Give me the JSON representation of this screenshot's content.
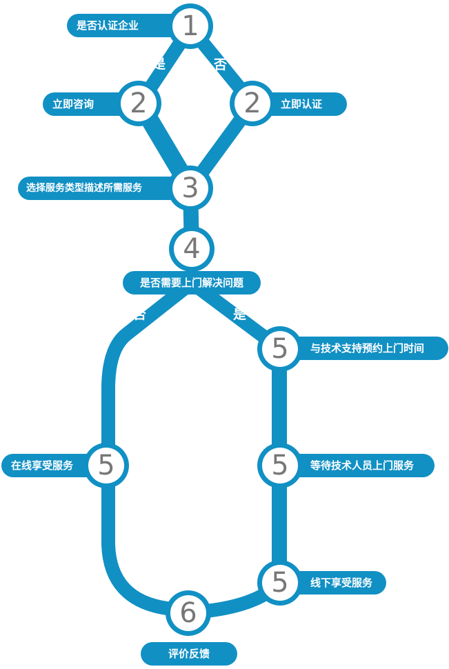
{
  "steps": {
    "s1": {
      "num": "1",
      "label": "是否认证企业"
    },
    "s2a": {
      "num": "2",
      "label": "立即咨询"
    },
    "s2b": {
      "num": "2",
      "label": "立即认证"
    },
    "s3": {
      "num": "3",
      "label": "选择服务类型描述所需服务"
    },
    "s4": {
      "num": "4",
      "label": "是否需要上门解决问题"
    },
    "s5a": {
      "num": "5",
      "label": "与技术支持预约上门时间"
    },
    "s5b": {
      "num": "5",
      "label": "在线享受服务"
    },
    "s5c": {
      "num": "5",
      "label": "等待技术人员上门服务"
    },
    "s5d": {
      "num": "5",
      "label": "线下享受服务"
    },
    "s6": {
      "num": "6",
      "label": "评价反馈"
    }
  },
  "edge_labels": {
    "yes_top": "是",
    "no_top": "否",
    "no_bottom": "否",
    "yes_bottom": "是"
  },
  "colors": {
    "line": "#1190c4",
    "number": "#777777",
    "background": "#ffffff"
  }
}
